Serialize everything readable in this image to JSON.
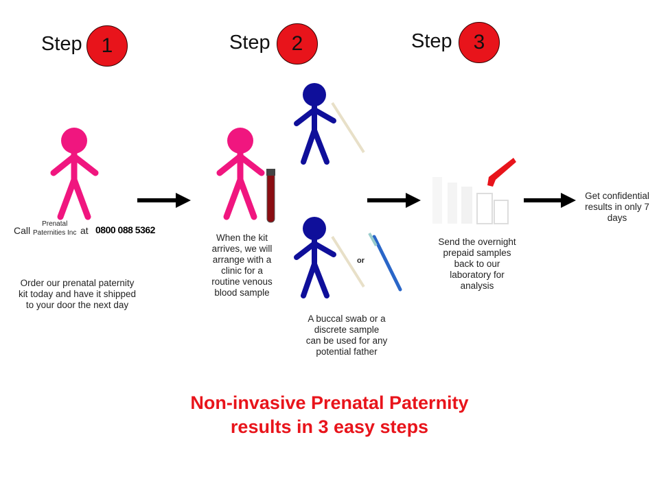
{
  "steps": [
    {
      "label": "Step",
      "number": "1"
    },
    {
      "label": "Step",
      "number": "2"
    },
    {
      "label": "Step",
      "number": "3"
    }
  ],
  "step1": {
    "call_prefix": "Call",
    "company_line1": "Prenatal",
    "company_line2": "Paternities Inc",
    "call_at": "at",
    "phone": "0800 088 5362",
    "description": "Order our prenatal paternity kit today and have it shipped to your door the next day"
  },
  "step2": {
    "mother_text": "When the kit arrives, we will arrange with a clinic for a routine venous blood sample",
    "or_label": "or",
    "father_text": "A buccal swab or a discrete sample can be used for any potential father"
  },
  "step3": {
    "send_text": "Send the overnight prepaid samples back to our laboratory for analysis",
    "result_text": "Get confidential results in only 7 days"
  },
  "headline": {
    "line1": "Non-invasive Prenatal Paternity",
    "line2": "results in 3 easy steps"
  },
  "colors": {
    "accent": "#e8141b",
    "mother": "#f0167f",
    "father": "#0f0f9a"
  }
}
